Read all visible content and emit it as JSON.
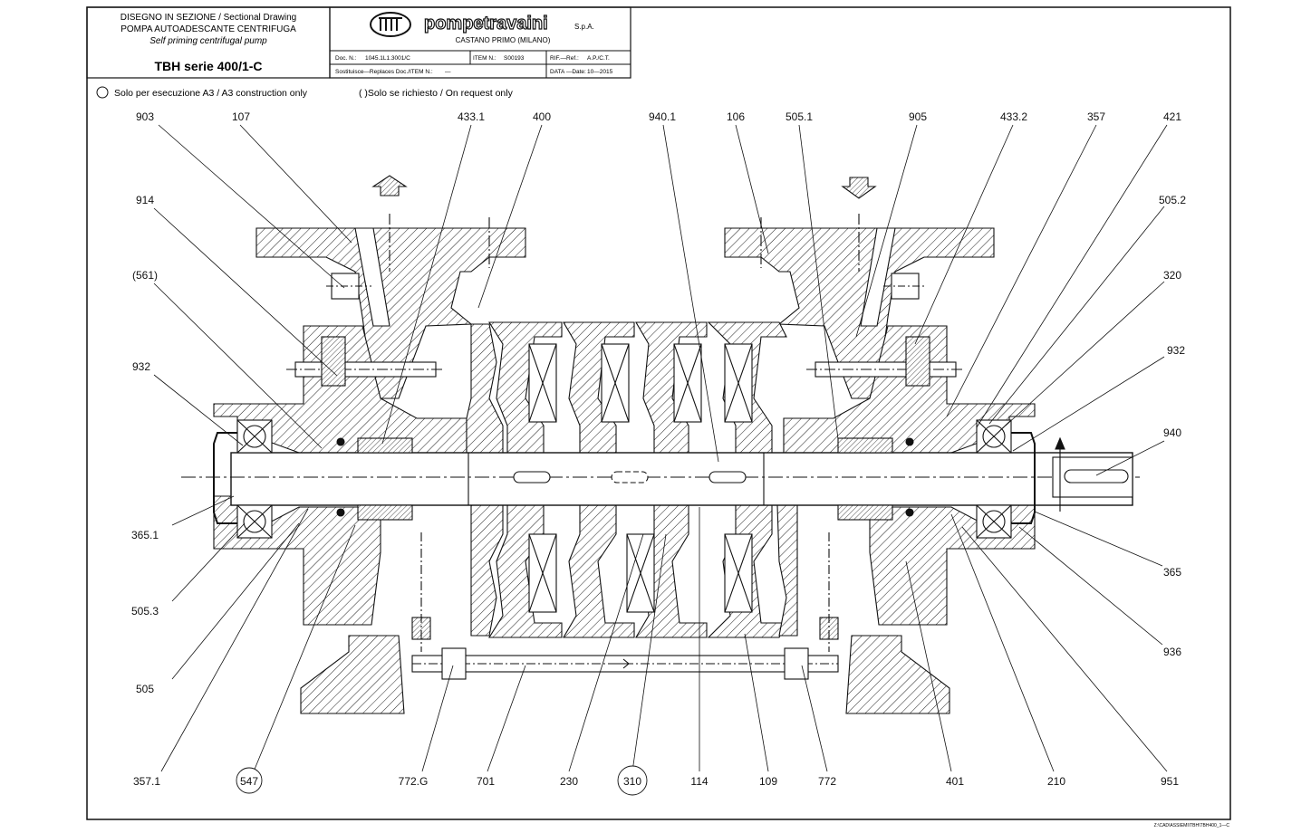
{
  "title_block": {
    "line1": "DISEGNO IN SEZIONE / Sectional Drawing",
    "line2": "POMPA AUTOADESCANTE CENTRIFUGA",
    "line3": "Self priming centrifugal pump",
    "model": "TBH serie 400/1-C",
    "brand": "pompetravaini",
    "brand_suffix": "S.p.A.",
    "location": "CASTANO PRIMO (MILANO)",
    "doc_label": "Doc. N.:",
    "doc_value": "1045.1L1.3001/C",
    "item_label": "ITEM N.:",
    "item_value": "S00193",
    "ref_label": "RIF.—Ref.:",
    "ref_value": "A.P./C.T.",
    "replaces_label": "Sostituisce—Replaces Doc./ITEM N.:",
    "replaces_value": "—",
    "date_label": "DATA —Date:",
    "date_value": "10—2015"
  },
  "legend": {
    "a3_only": "Solo per esecuzione A3 / A3 construction only",
    "on_request": "( )Solo se richiesto / On request only"
  },
  "callouts_top": [
    "903",
    "107",
    "433.1",
    "400",
    "940.1",
    "106",
    "505.1",
    "905",
    "433.2",
    "357",
    "421"
  ],
  "callouts_left": [
    "914",
    "(561)",
    "932",
    "365.1",
    "505.3",
    "505",
    "357.1"
  ],
  "callouts_right": [
    "505.2",
    "320",
    "932",
    "940",
    "365",
    "936",
    "951"
  ],
  "callouts_bottom": [
    "547",
    "772.G",
    "701",
    "230",
    "310",
    "114",
    "109",
    "772",
    "401",
    "210"
  ],
  "circled_callouts": [
    "547",
    "310"
  ],
  "footer_path": "Z:\\CAD\\ASSIEMI\\TBH\\TBH400_1—C",
  "colors": {
    "line": "#111111",
    "background": "#ffffff"
  }
}
